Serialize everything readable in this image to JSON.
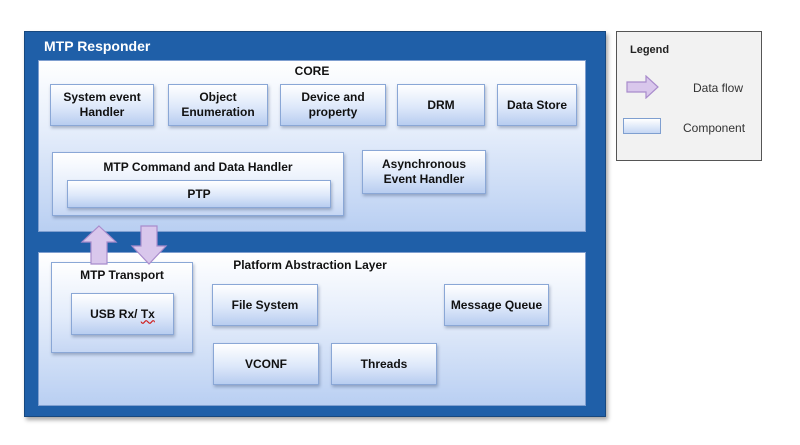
{
  "responder": {
    "title": "MTP Responder",
    "core": {
      "title": "CORE",
      "components": {
        "system_event_handler": "System event Handler",
        "object_enumeration": "Object Enumeration",
        "device_property": "Device and property",
        "drm": "DRM",
        "data_store": "Data Store"
      },
      "command_handler": {
        "title": "MTP Command and Data Handler",
        "ptp": "PTP"
      },
      "async_event_handler": "Asynchronous Event Handler"
    },
    "pal": {
      "title": "Platform Abstraction Layer",
      "transport": {
        "title": "MTP Transport",
        "usb_rx": "USB Rx/",
        "usb_tx": "Tx"
      },
      "file_system": "File System",
      "message_queue": "Message Queue",
      "vconf": "VCONF",
      "threads": "Threads"
    }
  },
  "legend": {
    "title": "Legend",
    "data_flow": "Data flow",
    "component": "Component"
  },
  "colors": {
    "outer_fill": "#1f5fa8",
    "arrow_fill": "#d9c7ec"
  }
}
